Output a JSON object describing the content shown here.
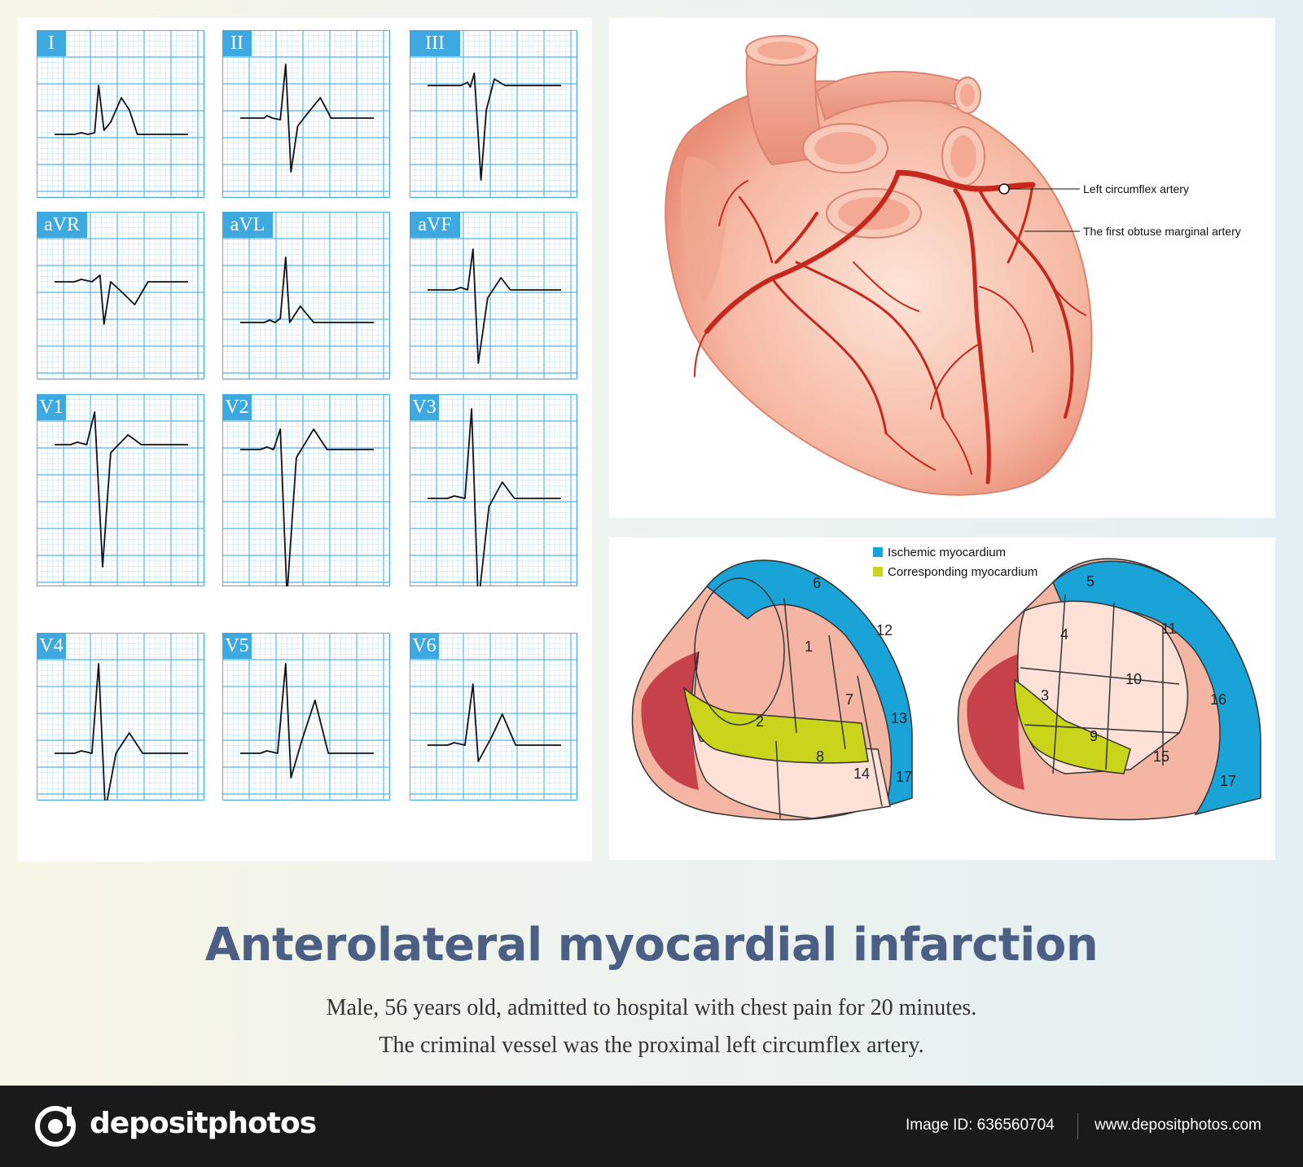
{
  "leads": [
    {
      "label": "I"
    },
    {
      "label": "II"
    },
    {
      "label": "III"
    },
    {
      "label": "aVR"
    },
    {
      "label": "aVL"
    },
    {
      "label": "aVF"
    },
    {
      "label": "V1"
    },
    {
      "label": "V2"
    },
    {
      "label": "V3"
    },
    {
      "label": "V4"
    },
    {
      "label": "V5"
    },
    {
      "label": "V6"
    }
  ],
  "heart": {
    "callout_1": "Left circumflex artery",
    "callout_2": "The first obtuse marginal artery"
  },
  "bullseye": {
    "legend": [
      {
        "label": "Ischemic myocardium",
        "color": "#1aa3d6"
      },
      {
        "label": "Corresponding myocardium",
        "color": "#c9d41a"
      }
    ],
    "left_segments": [
      "6",
      "12",
      "13",
      "1",
      "7",
      "2",
      "8",
      "14",
      "17"
    ],
    "right_segments": [
      "5",
      "11",
      "16",
      "4",
      "10",
      "3",
      "9",
      "15",
      "17"
    ]
  },
  "title": "Anterolateral myocardial infarction",
  "subtitle_line1": "Male, 56 years old, admitted to hospital with chest pain for 20 minutes.",
  "subtitle_line2": "The criminal vessel was the proximal left circumflex artery.",
  "footer": {
    "brand": "depositphotos",
    "image_id": "Image ID: 636560704",
    "site": "www.depositphotos.com"
  }
}
